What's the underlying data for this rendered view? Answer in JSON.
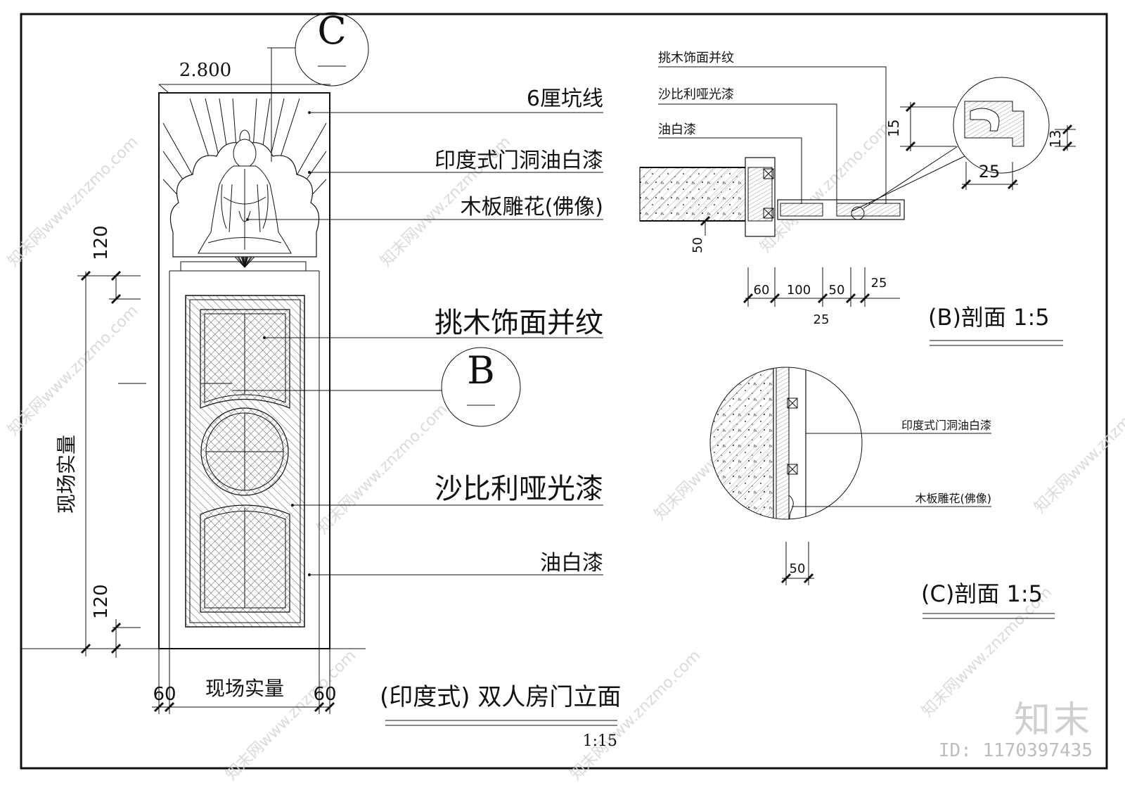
{
  "elevation": {
    "top_dimension": "2.800",
    "section_c_marker": "C",
    "section_b_marker": "B",
    "callouts": [
      "6厘坑线",
      "印度式门洞油白漆",
      "木板雕花(佛像)",
      "挑木饰面并纹",
      "沙比利哑光漆",
      "油白漆"
    ],
    "dims": {
      "left_top": "120",
      "left_bottom": "120",
      "height_label": "现场实量",
      "bottom_left": "60",
      "bottom_right": "60",
      "width_label": "现场实量"
    },
    "title": "(印度式) 双人房门立面",
    "scale": "1:15"
  },
  "section_b": {
    "callouts": [
      "挑木饰面并纹",
      "沙比利哑光漆",
      "油白漆"
    ],
    "dims": [
      "60",
      "100",
      "50",
      "25",
      "25"
    ],
    "left_dim": "50",
    "detail_dims": [
      "15",
      "13",
      "25"
    ],
    "title": "(B)剖面 1:5"
  },
  "section_c": {
    "callouts": [
      "印度式门洞油白漆",
      "木板雕花(佛像)"
    ],
    "dim": "50",
    "title": "(C)剖面 1:5"
  },
  "watermark": {
    "text": "知末网www.znzmo.com",
    "logo": "知末",
    "id": "ID: 1170397435"
  }
}
